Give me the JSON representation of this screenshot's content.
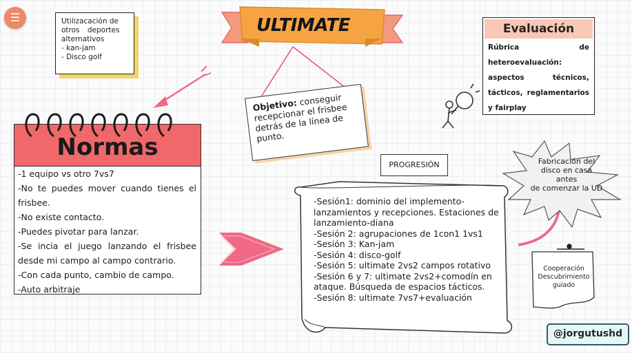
{
  "menu": {
    "icon": "menu-icon",
    "glyph": "☰"
  },
  "title": "ULTIMATE",
  "sports_note": {
    "lines": [
      "Utilizacación de",
      "otros deportes",
      "alternativos",
      "- kan-jam",
      "- Disco golf"
    ]
  },
  "objective": {
    "label": "Objetivo:",
    "text": " conseguir recepcionar el frisbee detrás de la línea de punto."
  },
  "evaluation": {
    "title": "Evaluación",
    "text": "Rúbrica de heteroevaluación: aspectos técnicos, tácticos, reglamentarios y fairplay"
  },
  "normas": {
    "title": "Normas",
    "rules": [
      "-1 equipo vs otro 7vs7",
      "-No te puedes mover cuando tienes el frisbee.",
      "-No existe contacto.",
      "-Puedes pivotar para lanzar.",
      "-Se incia el juego lanzando el frisbee desde mi campo al campo contrario.",
      "-Con cada punto, cambio de campo.",
      "-Auto arbitraje"
    ]
  },
  "progresion": {
    "label": "PROGRESIÓN",
    "sessions": [
      "-Sesión1: dominio del implemento-lanzamientos y recepciones. Estaciones de lanzamiento-diana",
      "-Sesión 2: agrupaciones de 1con1 1vs1",
      "-Sesión 3: Kan-jam",
      "-Sesión 4: disco-golf",
      "-Sesión 5: ultimate 2vs2 campos rotativo",
      "-Sesión 6 y 7: ultimate 2vs2+comodín en ataque. Búsqueda de espacios tácticos.",
      "-Sesión 8: ultimate 7vs7+evaluación"
    ]
  },
  "fabricacion": {
    "lines": [
      "Fabricación del",
      "disco en casa",
      "antes",
      "de comenzar la UD"
    ]
  },
  "metodologia": {
    "lines": [
      "Cooperación",
      "Descubrimiento",
      "guiado"
    ]
  },
  "handle": "@jorgutushd",
  "colors": {
    "accent_orange": "#f6a443",
    "ribbon_pink": "#ef8aa2",
    "normas_red": "#f0686a",
    "eval_peach": "#f9c7b5",
    "arrow_pink": "#f06a86",
    "note_yellow": "#f3d469"
  }
}
